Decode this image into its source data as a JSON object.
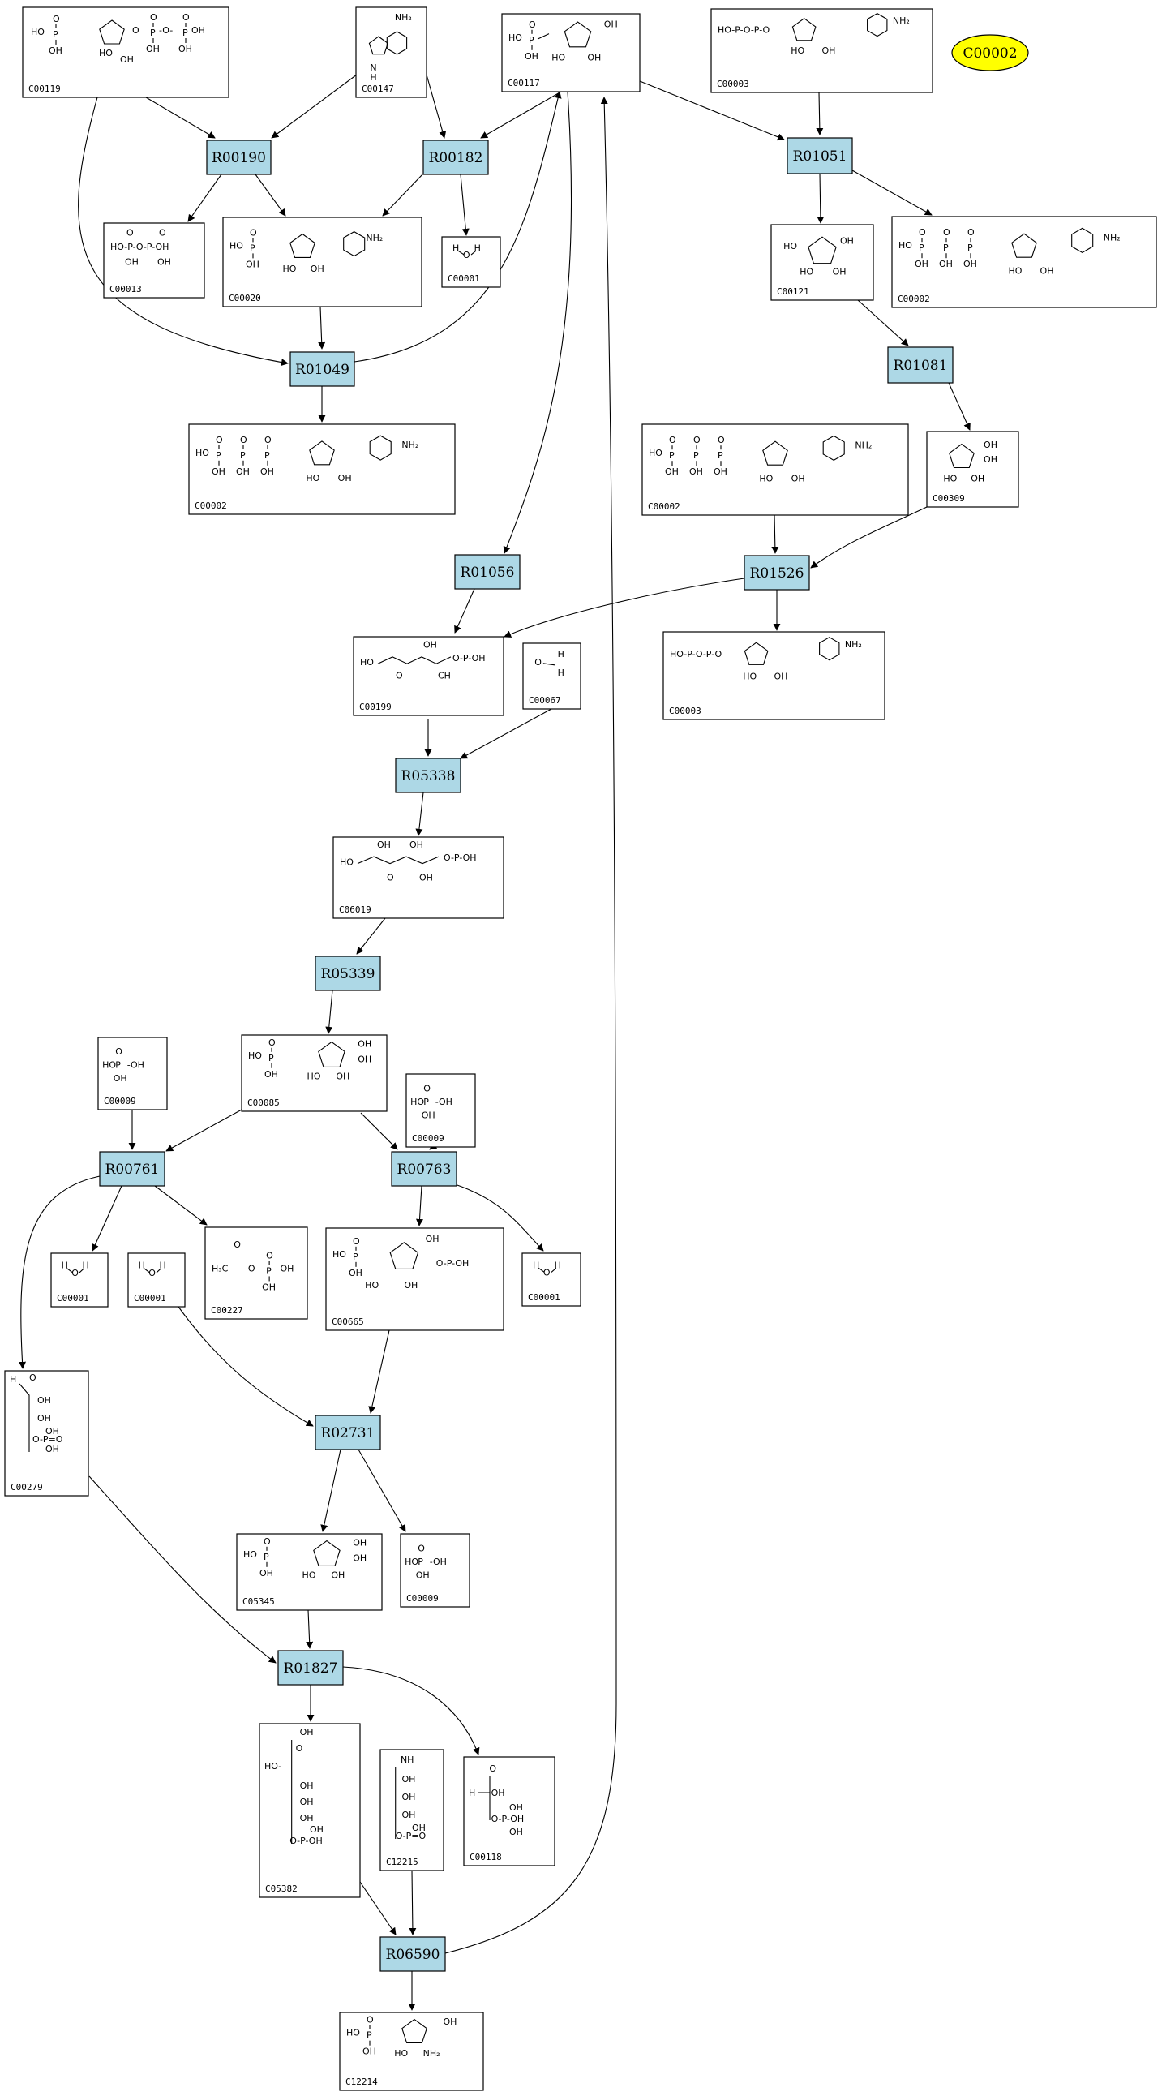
{
  "colors": {
    "reaction_fill": "#add8e6",
    "compound_fill": "#ffffff",
    "highlight_fill": "#ffff00",
    "edge": "#000000"
  },
  "highlight": {
    "label": "C00002"
  },
  "reactions": [
    {
      "id": "R00190"
    },
    {
      "id": "R00182"
    },
    {
      "id": "R01051"
    },
    {
      "id": "R01049"
    },
    {
      "id": "R01081"
    },
    {
      "id": "R01056"
    },
    {
      "id": "R01526"
    },
    {
      "id": "R05338"
    },
    {
      "id": "R05339"
    },
    {
      "id": "R00761"
    },
    {
      "id": "R00763"
    },
    {
      "id": "R02731"
    },
    {
      "id": "R01827"
    },
    {
      "id": "R06590"
    }
  ],
  "compounds": [
    {
      "id": "C00119",
      "mol": "prpp"
    },
    {
      "id": "C00147",
      "mol": "adenine"
    },
    {
      "id": "C00117",
      "mol": "r5p"
    },
    {
      "id": "C00003",
      "mol": "nucdi"
    },
    {
      "id": "C00013",
      "mol": "ppi"
    },
    {
      "id": "C00020",
      "mol": "amp"
    },
    {
      "id": "C00001",
      "mol": "water"
    },
    {
      "id": "C00121",
      "mol": "ribose"
    },
    {
      "id": "C00002",
      "mol": "atp"
    },
    {
      "id": "C00002",
      "mol": "atp"
    },
    {
      "id": "C00002",
      "mol": "atp"
    },
    {
      "id": "C00309",
      "mol": "ribulose"
    },
    {
      "id": "C00003",
      "mol": "nucdi"
    },
    {
      "id": "C00199",
      "mol": "ru5p"
    },
    {
      "id": "C00067",
      "mol": "formald"
    },
    {
      "id": "C06019",
      "mol": "hexulose"
    },
    {
      "id": "C00009",
      "mol": "pi"
    },
    {
      "id": "C00085",
      "mol": "f6p"
    },
    {
      "id": "C00009",
      "mol": "pi"
    },
    {
      "id": "C00001",
      "mol": "water"
    },
    {
      "id": "C00001",
      "mol": "water"
    },
    {
      "id": "C00227",
      "mol": "acetylp"
    },
    {
      "id": "C00665",
      "mol": "fbp"
    },
    {
      "id": "C00001",
      "mol": "water"
    },
    {
      "id": "C00279",
      "mol": "e4p"
    },
    {
      "id": "C05345",
      "mol": "f6p"
    },
    {
      "id": "C00009",
      "mol": "pi"
    },
    {
      "id": "C05382",
      "mol": "s7p"
    },
    {
      "id": "C12215",
      "mol": "imine"
    },
    {
      "id": "C00118",
      "mol": "g3p"
    },
    {
      "id": "C12214",
      "mol": "amino"
    }
  ],
  "edges": [
    {
      "from": "C00119",
      "to": "R00190"
    },
    {
      "from": "C00147",
      "to": "R00190"
    },
    {
      "from": "C00147",
      "to": "R00182"
    },
    {
      "from": "C00117",
      "to": "R00182"
    },
    {
      "from": "C00117",
      "to": "R01051"
    },
    {
      "from": "C00003",
      "to": "R01051"
    },
    {
      "from": "R00190",
      "to": "C00013"
    },
    {
      "from": "R00190",
      "to": "C00020"
    },
    {
      "from": "R00182",
      "to": "C00020"
    },
    {
      "from": "R00182",
      "to": "C00001"
    },
    {
      "from": "R01051",
      "to": "C00121"
    },
    {
      "from": "R01051",
      "to": "C00002"
    },
    {
      "from": "C00119",
      "to": "R01049"
    },
    {
      "from": "C00020",
      "to": "R01049"
    },
    {
      "from": "R01049",
      "to": "C00117"
    },
    {
      "from": "R01049",
      "to": "C00002"
    },
    {
      "from": "C00121",
      "to": "R01081"
    },
    {
      "from": "R01081",
      "to": "C00309"
    },
    {
      "from": "C00117",
      "to": "R01056"
    },
    {
      "from": "C00002",
      "to": "R01526"
    },
    {
      "from": "C00309",
      "to": "R01526"
    },
    {
      "from": "R01526",
      "to": "C00003"
    },
    {
      "from": "R01056",
      "to": "C00199"
    },
    {
      "from": "R01526",
      "to": "C00199"
    },
    {
      "from": "C00199",
      "to": "R05338"
    },
    {
      "from": "C00067",
      "to": "R05338"
    },
    {
      "from": "R05338",
      "to": "C06019"
    },
    {
      "from": "C06019",
      "to": "R05339"
    },
    {
      "from": "R05339",
      "to": "C00085"
    },
    {
      "from": "C00009",
      "to": "R00761"
    },
    {
      "from": "C00085",
      "to": "R00761"
    },
    {
      "from": "C00085",
      "to": "R00763"
    },
    {
      "from": "C00009",
      "to": "R00763"
    },
    {
      "from": "R00761",
      "to": "C00001"
    },
    {
      "from": "R00761",
      "to": "C00227"
    },
    {
      "from": "R00761",
      "to": "C00279"
    },
    {
      "from": "R00763",
      "to": "C00665"
    },
    {
      "from": "R00763",
      "to": "C00001"
    },
    {
      "from": "C00001",
      "to": "R02731"
    },
    {
      "from": "C00665",
      "to": "R02731"
    },
    {
      "from": "R02731",
      "to": "C05345"
    },
    {
      "from": "R02731",
      "to": "C00009"
    },
    {
      "from": "C00279",
      "to": "R01827"
    },
    {
      "from": "C05345",
      "to": "R01827"
    },
    {
      "from": "R01827",
      "to": "C05382"
    },
    {
      "from": "R01827",
      "to": "C00118"
    },
    {
      "from": "C05382",
      "to": "R06590"
    },
    {
      "from": "C12215",
      "to": "R06590"
    },
    {
      "from": "R06590",
      "to": "C12214"
    },
    {
      "from": "R06590",
      "to": "C00117"
    }
  ]
}
